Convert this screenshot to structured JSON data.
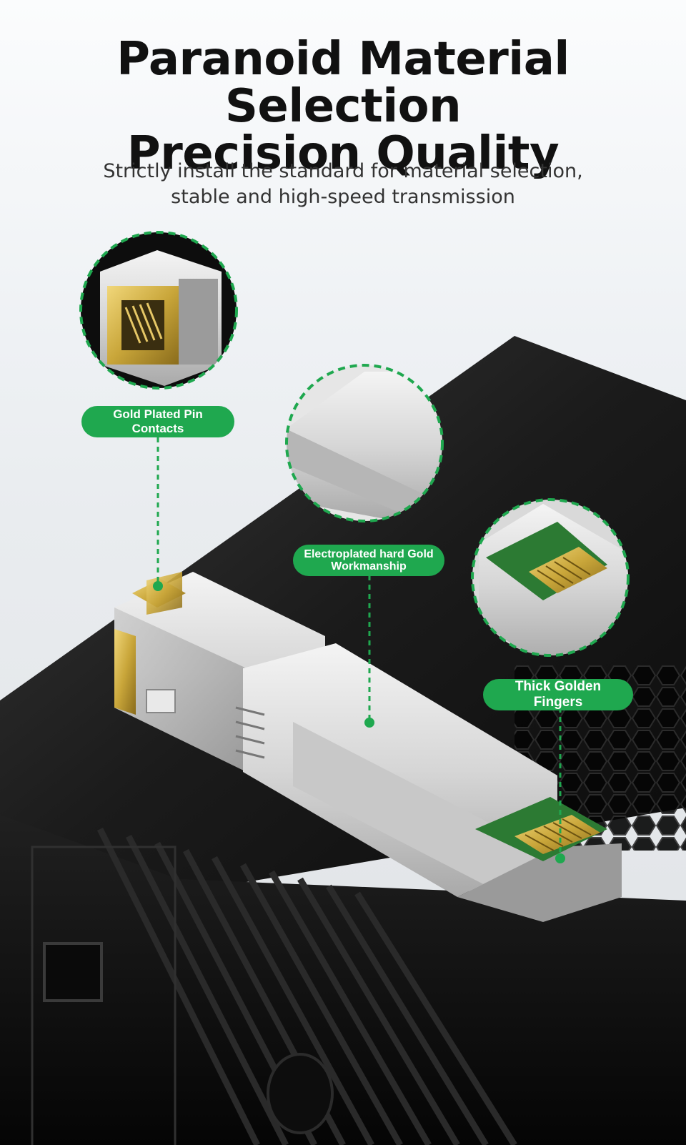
{
  "heading": {
    "line1": "Paranoid Material Selection",
    "line2": "Precision Quality"
  },
  "subheading": {
    "line1": "Strictly install the standard for material selection,",
    "line2": "stable and high-speed transmission"
  },
  "callouts": {
    "pin_contacts": "Gold Plated Pin Contacts",
    "gold_workmanship_line1": "Electroplated hard Gold",
    "gold_workmanship_line2": "Workmanship",
    "golden_fingers": "Thick Golden Fingers"
  },
  "colors": {
    "accent_green": "#1fa84f",
    "gold": "#c9a63a",
    "dark_case": "#141414"
  }
}
